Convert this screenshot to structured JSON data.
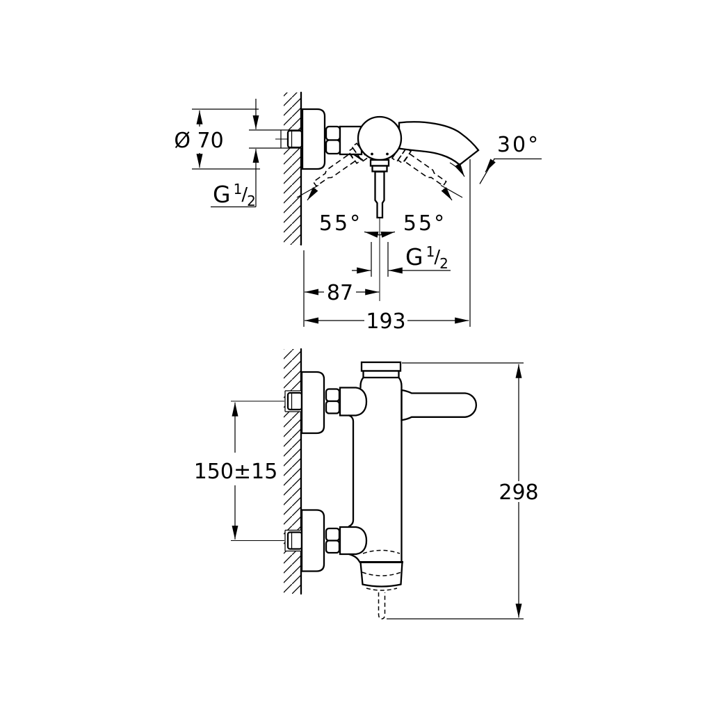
{
  "colors": {
    "background": "#ffffff",
    "ink": "#000000"
  },
  "top_view": {
    "dimensions": {
      "escutcheon_diameter": "Ø 70",
      "wall_thread": {
        "base": "G",
        "numerator": "1",
        "slash": "/",
        "denominator": "2"
      },
      "outlet_thread": {
        "base": "G",
        "numerator": "1",
        "slash": "/",
        "denominator": "2"
      },
      "swivel_left": "55°",
      "swivel_right": "55°",
      "spout_angle": "30°",
      "wall_to_center": "87",
      "wall_to_spout_tip": "193"
    }
  },
  "side_view": {
    "dimensions": {
      "connection_spacing": "150±15",
      "overall_height": "298"
    }
  }
}
